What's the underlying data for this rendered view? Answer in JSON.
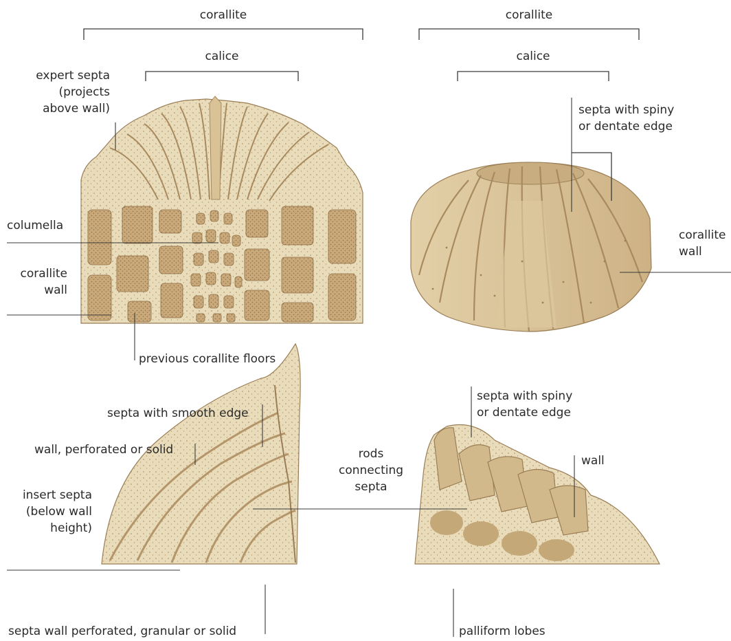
{
  "colors": {
    "coral_light": "#ede2c4",
    "coral_mid": "#dcc79f",
    "coral_dark": "#b99a6c",
    "coral_pore": "#a0825a",
    "line": "#3a3a3a"
  },
  "figure_top_left": {
    "corallite_label": "corallite",
    "calice_label": "calice",
    "exsert_septa_label": [
      "expert septa",
      "(projects",
      "above wall)"
    ],
    "columella_label": "columella",
    "corallite_wall_label": [
      "corallite",
      "wall"
    ],
    "previous_floors_label": "previous corallite floors"
  },
  "figure_top_right": {
    "corallite_label": "corallite",
    "calice_label": "calice",
    "septa_edge_label": [
      "septa with spiny",
      "or dentate edge"
    ],
    "corallite_wall_label": [
      "corallite",
      "wall"
    ]
  },
  "figure_bottom_left": {
    "smooth_edge_label": "septa with smooth edge",
    "wall_label": "wall, perforated or solid",
    "insert_septa_label": [
      "insert septa",
      "(below wall",
      "height)"
    ],
    "septa_wall_label": "septa wall perforated, granular or solid"
  },
  "figure_center": {
    "rods_label": [
      "rods",
      "connecting",
      "septa"
    ]
  },
  "figure_bottom_right": {
    "septa_edge_label": [
      "septa with spiny",
      "or dentate edge"
    ],
    "wall_label": "wall",
    "palliform_label": "palliform lobes"
  }
}
